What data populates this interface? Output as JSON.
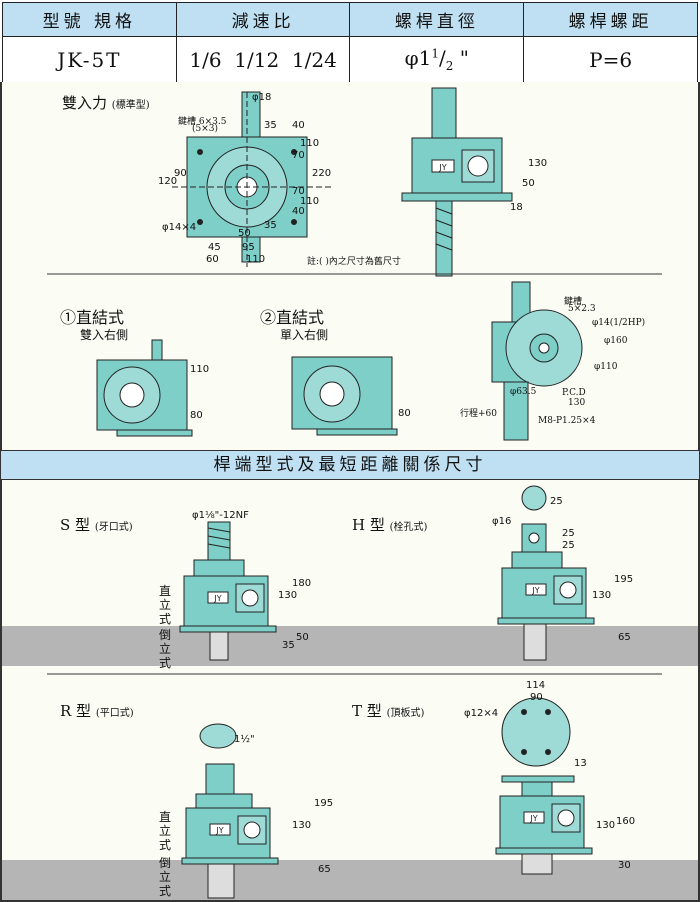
{
  "table": {
    "headers": [
      "型號 規格",
      "減速比",
      "螺桿直徑",
      "螺桿螺距"
    ],
    "model": "JK-5T",
    "ratios": [
      "1/6",
      "1/12",
      "1/24"
    ],
    "diameter_prefix": "φ1",
    "diameter_num": "1",
    "diameter_den": "2",
    "diameter_unit": "\"",
    "pitch": "P=6"
  },
  "top": {
    "dual_input_title": "雙入力",
    "dual_input_sub": "(標準型)",
    "keyway_label": "鍵槽 6×3.5",
    "keyway_sub": "(5×3)",
    "note": "註:( )內之尺寸為舊尺寸",
    "dims_front": [
      "φ18",
      "35",
      "40",
      "110",
      "70",
      "90",
      "120",
      "220",
      "70",
      "110",
      "40",
      "35",
      "φ14×4",
      "50",
      "45",
      "95",
      "60",
      "110"
    ],
    "dims_side": [
      "130",
      "50",
      "18"
    ],
    "direct1_title": "①直結式",
    "direct1_sub": "雙入右側",
    "direct2_title": "②直結式",
    "direct2_sub": "單入右側",
    "direct1_dims": [
      "110",
      "80"
    ],
    "direct2_dims": [
      "80"
    ],
    "motor_dims": [
      "鍵槽",
      "5×2.3",
      "φ14(1/2HP)",
      "φ160",
      "φ110",
      "φ63.5",
      "P.C.D",
      "130",
      "M8-P1.25×4",
      "行程+60"
    ]
  },
  "section_title": "桿端型式及最短距離關係尺寸",
  "bottom": {
    "s_title": "S 型",
    "s_sub": "(牙口式)",
    "s_thread": "φ1⅛\"-12NF",
    "s_dims": [
      "180",
      "130",
      "50",
      "35"
    ],
    "h_title": "H 型",
    "h_sub": "(栓孔式)",
    "h_dims": [
      "25",
      "φ16",
      "25",
      "25",
      "195",
      "130",
      "65"
    ],
    "r_title": "R 型",
    "r_sub": "(平口式)",
    "r_dims": [
      "1½\"",
      "195",
      "130",
      "65"
    ],
    "t_title": "T 型",
    "t_sub": "(頂板式)",
    "t_dims": [
      "114",
      "90",
      "φ12×4",
      "13",
      "160",
      "130",
      "30"
    ],
    "upright": "直立式",
    "inverted": "倒立式",
    "jy": "JY"
  },
  "colors": {
    "header_blue": "#bfe0f2",
    "machine_teal": "#7fcfc9",
    "floor_gray": "#b5b5b5",
    "panel": "#fbfcf4"
  }
}
